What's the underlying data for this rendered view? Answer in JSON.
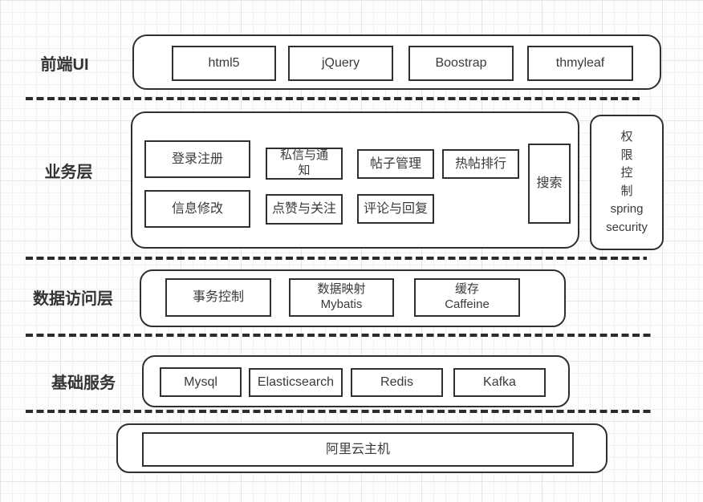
{
  "colors": {
    "stroke": "#2f2f2f",
    "text": "#3a3a3a",
    "background": "#ffffff",
    "grid_minor": "#f2f0f1",
    "grid_major": "#e7e4e6",
    "dash": "#2b2b2b"
  },
  "layers": {
    "frontend": {
      "label": "前端UI",
      "items": [
        "html5",
        "jQuery",
        "Boostrap",
        "thmyleaf"
      ]
    },
    "business": {
      "label": "业务层",
      "row1": [
        {
          "lines": [
            "登录注册"
          ]
        },
        {
          "lines": [
            "私信与通",
            "知"
          ]
        },
        {
          "lines": [
            "帖子管理"
          ]
        },
        {
          "lines": [
            "热帖排行"
          ]
        }
      ],
      "row2": [
        {
          "lines": [
            "信息修改"
          ]
        },
        {
          "lines": [
            "点赞与关注"
          ]
        },
        {
          "lines": [
            "评论与回复"
          ]
        }
      ],
      "search": "搜索",
      "auth": {
        "lines": [
          "权",
          "限",
          "控",
          "制",
          "spring",
          "security"
        ]
      }
    },
    "data_access": {
      "label": "数据访问层",
      "items": [
        {
          "lines": [
            "事务控制"
          ]
        },
        {
          "lines": [
            "数据映射",
            "Mybatis"
          ]
        },
        {
          "lines": [
            "缓存",
            "Caffeine"
          ]
        }
      ]
    },
    "infrastructure": {
      "label": "基础服务",
      "items": [
        "Mysql",
        "Elasticsearch",
        "Redis",
        "Kafka"
      ]
    },
    "host": {
      "label": "阿里云主机"
    }
  }
}
